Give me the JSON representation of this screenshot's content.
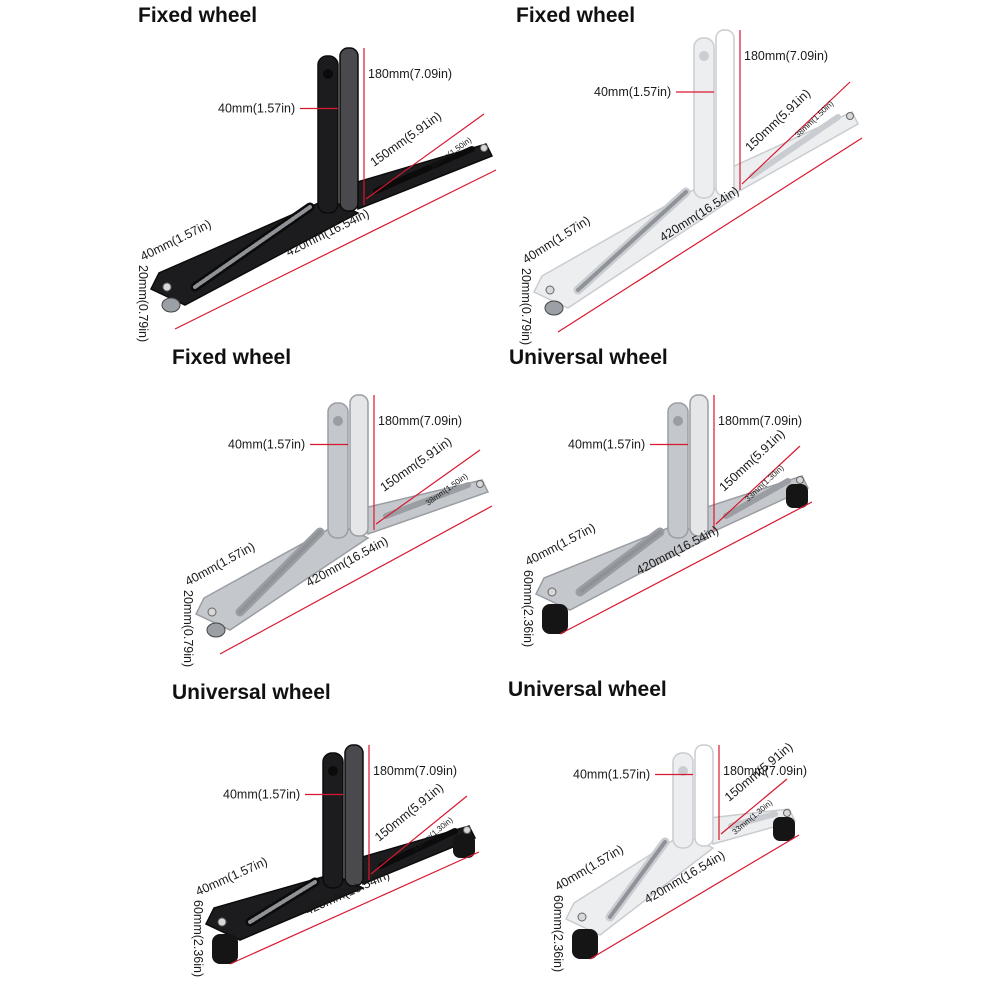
{
  "panels": [
    {
      "title": "Fixed wheel",
      "finish": "black",
      "wheel": "fixed",
      "dims": {
        "height": "180mm(7.09in)",
        "post_width": "40mm(1.57in)",
        "arm": "150mm(5.91in)",
        "arm_end": "38mm(1.50in)",
        "foot_width": "40mm(1.57in)",
        "wheel_height": "20mm(0.79in)",
        "length": "420mm(16.54in)"
      }
    },
    {
      "title": "Fixed wheel",
      "finish": "white",
      "wheel": "fixed",
      "dims": {
        "height": "180mm(7.09in)",
        "post_width": "40mm(1.57in)",
        "arm": "150mm(5.91in)",
        "arm_end": "38mm(1.50in)",
        "foot_width": "40mm(1.57in)",
        "wheel_height": "20mm(0.79in)",
        "length": "420mm(16.54in)"
      }
    },
    {
      "title": "Fixed wheel",
      "finish": "silver",
      "wheel": "fixed",
      "dims": {
        "height": "180mm(7.09in)",
        "post_width": "40mm(1.57in)",
        "arm": "150mm(5.91in)",
        "arm_end": "38mm(1.50in)",
        "foot_width": "40mm(1.57in)",
        "wheel_height": "20mm(0.79in)",
        "length": "420mm(16.54in)"
      }
    },
    {
      "title": "Universal wheel",
      "finish": "silver",
      "wheel": "universal",
      "dims": {
        "height": "180mm(7.09in)",
        "post_width": "40mm(1.57in)",
        "arm": "150mm(5.91in)",
        "arm_end": "33mm(1.30in)",
        "foot_width": "40mm(1.57in)",
        "wheel_height": "60mm(2.36in)",
        "length": "420mm(16.54in)"
      }
    },
    {
      "title": "Universal wheel",
      "finish": "black",
      "wheel": "universal",
      "dims": {
        "height": "180mm(7.09in)",
        "post_width": "40mm(1.57in)",
        "arm": "150mm(5.91in)",
        "arm_end": "33mm(1.30in)",
        "foot_width": "40mm(1.57in)",
        "wheel_height": "60mm(2.36in)",
        "length": "420mm(16.54in)"
      }
    },
    {
      "title": "Universal wheel",
      "finish": "white",
      "wheel": "universal",
      "dims": {
        "height": "180mm(7.09in)",
        "post_width": "40mm(1.57in)",
        "arm": "150mm(5.91in)",
        "arm_end": "33mm(1.30in)",
        "foot_width": "40mm(1.57in)",
        "wheel_height": "60mm(2.36in)",
        "length": "420mm(16.54in)"
      }
    }
  ],
  "colors": {
    "black": {
      "body": "#1c1c1e",
      "shade": "#0b0b0c",
      "hi": "#4a4a4e"
    },
    "white": {
      "body": "#eceef0",
      "shade": "#c9ccd0",
      "hi": "#ffffff"
    },
    "silver": {
      "body": "#c4c7cb",
      "shade": "#9a9ea3",
      "hi": "#e4e6e8"
    },
    "dimension_line": "#d8182f"
  }
}
